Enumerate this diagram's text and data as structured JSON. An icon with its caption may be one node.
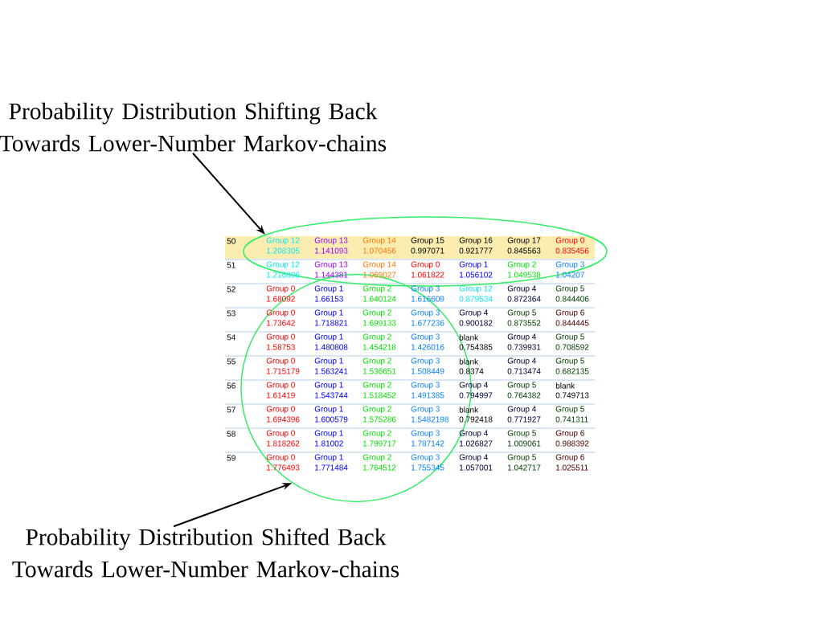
{
  "diagram": {
    "nodes": [
      {
        "text": [
          "Probability Distribution Shifting Back Towards Lower-Number Markov-chains"
        ]
      },
      {
        "text": [],
        "shape": "ellipse"
      },
      {
        "text": [],
        "shape": "ellipse"
      },
      {
        "text": [
          "Probability Distribution Shifted Back Towards Lower-Number Markov-chains"
        ]
      }
    ],
    "edges": [
      {
        "from": 0,
        "to": 1,
        "arrow": "to"
      },
      {
        "from": 3,
        "to": 2,
        "arrow": "to"
      }
    ],
    "labels": [
      "50",
      "Group 12",
      "1.208305",
      "Group 13",
      "1.141093",
      "Group 14",
      "1.070456",
      "Group 15",
      "0.997071",
      "Group 16",
      "0.921777",
      "Group 17",
      "0.845563",
      "Group 0",
      "0.835456",
      "51",
      "Group 12",
      "1.216896",
      "Group 13",
      "1.144381",
      "Group 14",
      "1.069027",
      "Group 0",
      "1.061822",
      "Group 1",
      "1.056102",
      "Group 2",
      "1.049538",
      "Group 3",
      "1.04207",
      "52",
      "Group 0",
      "1.68092",
      "Group 1",
      "1.66153",
      "Group 2",
      "1.640124",
      "Group 3",
      "1.616609",
      "Group 12",
      "0.879534",
      "Group 4",
      "0.872364",
      "Group 5",
      "0.844406",
      "53",
      "Group 0",
      "1.73642",
      "Group 1",
      "1.718821",
      "Group 2",
      "1.699133",
      "Group 3",
      "1.677236",
      "Group 4",
      "0.900182",
      "Group 5",
      "0.873552",
      "Group 6",
      "0.844445",
      "54",
      "Group 0",
      "1.58753",
      "Group 1",
      "1.480808",
      "Group 2",
      "1.454218",
      "Group 3",
      "1.426016",
      "blank",
      "0.754385",
      "Group 4",
      "0.739931",
      "Group 5",
      "0.708592",
      "55",
      "Group 0",
      "1.715179",
      "Group 1",
      "1.563241",
      "Group 2",
      "1.536651",
      "Group 3",
      "1.508449",
      "blank",
      "0.8374",
      "Group 4",
      "0.713474",
      "Group 5",
      "0.682135",
      "56",
      "Group 0",
      "1.61419",
      "Group 1",
      "1.543744",
      "Group 2",
      "1.518452",
      "Group 3",
      "1.491385",
      "Group 4",
      "0.794997",
      "Group 5",
      "0.764382",
      "blank",
      "0.749713",
      "57",
      "Group 0",
      "1.694396",
      "Group 1",
      "1.600579",
      "Group 2",
      "1.575286",
      "Group 3",
      "1.5482198",
      "blank",
      "0.792418",
      "Group 4",
      "0.771927",
      "Group 5",
      "0.741311",
      "58",
      "Group 0",
      "1.818262",
      "Group 1",
      "1.81002",
      "Group 2",
      "1.799717",
      "Group 3",
      "1.787142",
      "Group 4",
      "1.026827",
      "Group 5",
      "1.009061",
      "Group 6",
      "0.988392",
      "59",
      "Group 0",
      "1.776493",
      "Group 1",
      "1.771484",
      "Group 2",
      "1.764512",
      "Group 3",
      "1.755345",
      "Group 4",
      "1.057001",
      "Group 5",
      "1.042717",
      "Group 6",
      "1.025511"
    ]
  }
}
